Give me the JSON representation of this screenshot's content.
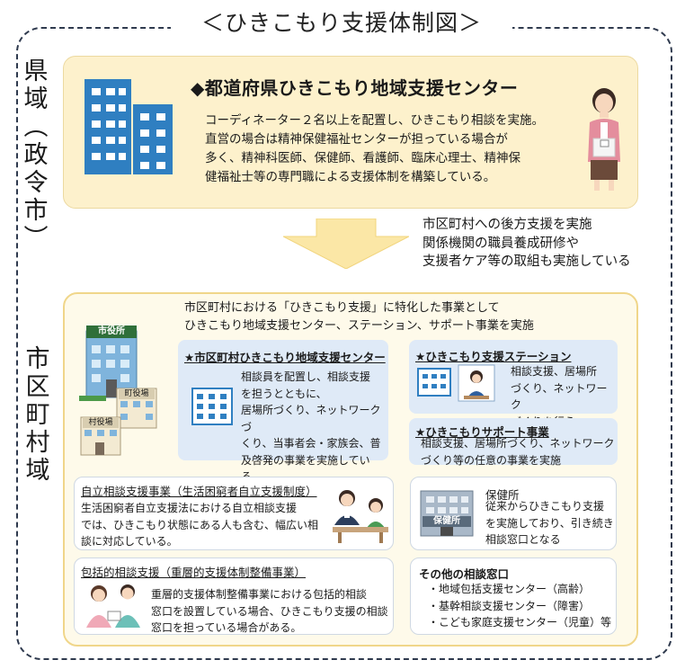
{
  "title": "＜ひきこもり支援体制図＞",
  "prefecture": {
    "region_label": [
      "県",
      "域",
      "︵",
      "政",
      "令",
      "市",
      "︶"
    ],
    "heading": "◆都道府県ひきこもり地域支援センター",
    "body_lines": [
      "コーディネーター２名以上を配置し、ひきこもり相談を実施。",
      "直営の場合は精神保健福祉センターが担っている場合が",
      "多く、精神科医師、保健師、看護師、臨床心理士、精神保",
      "健福祉士等の専門職による支援体制を構築している。"
    ]
  },
  "support": {
    "lines": [
      "市区町村への後方支援を実施",
      "関係機関の職員養成研修や",
      "支援者ケア等の取組も実施している"
    ]
  },
  "city": {
    "region_label": [
      "市",
      "区",
      "町",
      "村",
      "域"
    ],
    "intro_lines": [
      "市区町村における「ひきこもり支援」に特化した事業として",
      "ひきこもり地域支援センター、ステーション、サポート事業を実施"
    ],
    "building_signs": {
      "main": "市役所",
      "town": "町役場",
      "village": "村役場"
    },
    "center": {
      "title": "★市区町村ひきこもり地域支援センター",
      "body_lines": [
        "相談員を配置し、相談支援",
        "を担うとともに、",
        "居場所づくり、ネットワークづ",
        "くり、当事者会・家族会、普",
        "及啓発の事業を実施してい",
        "る。"
      ]
    },
    "station": {
      "title": "★ひきこもり支援ステーション",
      "body_lines": [
        "相談支援、居場所",
        "づくり、ネットワーク",
        "づくりを行う。"
      ]
    },
    "support_project": {
      "title": "★ひきこもりサポート事業",
      "body_lines": [
        "相談支援、居場所づくり、ネットワーク",
        "づくり等の任意の事業を実施"
      ]
    },
    "self_reliance": {
      "title": "自立相談支援事業（生活困窮者自立支援制度）",
      "body_lines": [
        "生活困窮者自立支援法における自立相談支援",
        "では、ひきこもり状態にある人も含む、幅広い相",
        "談に対応している。"
      ]
    },
    "health_center": {
      "title": "保健所",
      "sign": "保健所",
      "body_lines": [
        "従来からひきこもり支援",
        "を実施しており、引き続き",
        "相談窓口となる"
      ]
    },
    "comprehensive": {
      "title": "包括的相談支援（重層的支援体制整備事業）",
      "body_lines": [
        "重層的支援体制整備事業における包括的相談",
        "窓口を設置している場合、ひきこもり支援の相談",
        "窓口を担っている場合がある。"
      ]
    },
    "other": {
      "title": "その他の相談窓口",
      "items": [
        "・地域包括支援センター（高齢）",
        "・基幹相談支援センター（障害）",
        "・こども家庭支援センター（児童）等"
      ]
    }
  },
  "colors": {
    "frame": "#2f3a4e",
    "pref_panel": "#fdf1cc",
    "city_panel": "#fefaea",
    "city_border": "#f0d68a",
    "building_blue": "#2f7fc1",
    "blue_box": "#dfeaf7",
    "arrow": "#fbe7a6"
  },
  "icons": [
    "building-icon",
    "staff-woman-icon",
    "city-hall-icon",
    "office-building-icon",
    "consultation-icon",
    "health-center-icon",
    "support-staff-icon"
  ]
}
